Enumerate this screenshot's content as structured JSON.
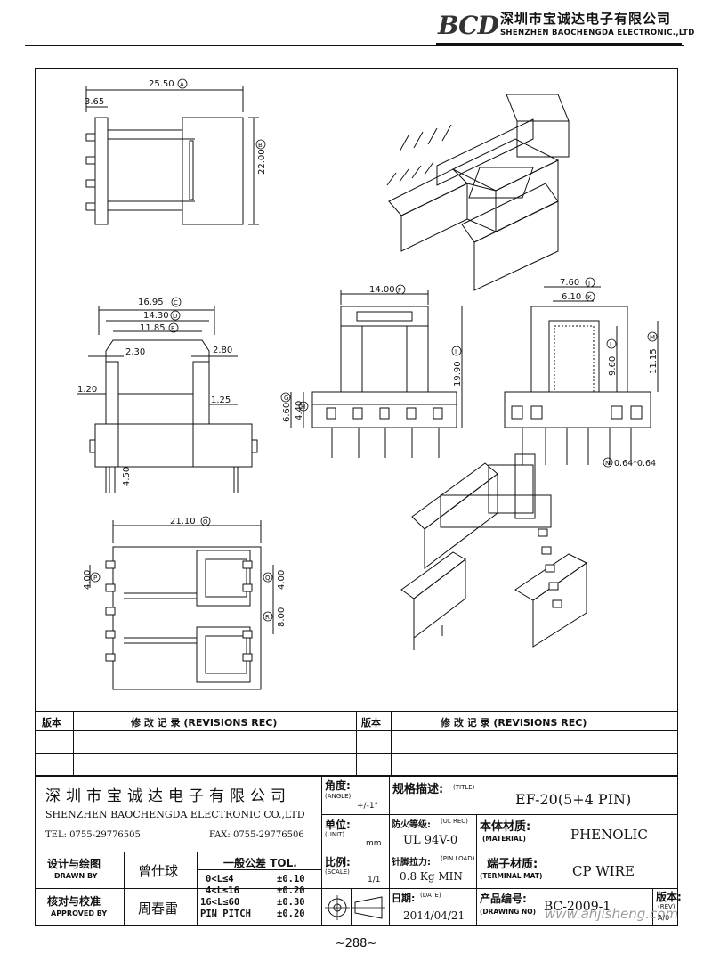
{
  "header": {
    "logo_text": "BCD",
    "company_cn": "深圳市宝诚达电子有限公司",
    "company_en": "SHENZHEN BAOCHENGDA ELECTRONIC.,LTD"
  },
  "dimensions": {
    "a": "25.50",
    "a_tag": "A",
    "b": "22.00",
    "b_tag": "B",
    "d365": "3.65",
    "c": "16.95",
    "c_tag": "C",
    "d": "14.30",
    "d_tag": "D",
    "e": "11.85",
    "e_tag": "E",
    "d230": "2.30",
    "d280": "2.80",
    "d120": "1.20",
    "d125": "1.25",
    "d450": "4.50",
    "f": "14.00",
    "f_tag": "F",
    "i": "19.90",
    "i_tag": "I",
    "g": "6.60",
    "g_tag": "G",
    "h": "4.40",
    "h_tag": "H",
    "j": "7.60",
    "j_tag": "J",
    "k": "6.10",
    "k_tag": "K",
    "l": "9.60",
    "l_tag": "L",
    "m": "11.15",
    "m_tag": "M",
    "n": "0.64*0.64",
    "n_tag": "N",
    "o": "21.10",
    "o_tag": "O",
    "p": "4.00",
    "p_tag": "P",
    "q": "4.00",
    "q_tag": "Q",
    "r": "8.00",
    "r_tag": "R"
  },
  "revisions": {
    "col1": "版本",
    "col2": "修 改 记 录 (REVISIONS REC)",
    "col3": "版本",
    "col4": "修 改 记 录 (REVISIONS REC)"
  },
  "title_block": {
    "company_cn": "深圳市宝诚达电子有限公司",
    "company_en": "SHENZHEN BAOCHENGDA ELECTRONIC CO.,LTD",
    "tel": "TEL: 0755-29776505",
    "fax": "FAX: 0755-29776506",
    "angle_label": "角度:",
    "angle_en": "(ANGLE)",
    "angle_value": "+/-1°",
    "unit_label": "单位:",
    "unit_en": "(UNIT)",
    "unit_value": "mm",
    "scale_label": "比例:",
    "scale_en": "(SCALE)",
    "scale_value": "1/1",
    "title_label": "规格描述:",
    "title_en": "(TITLE)",
    "title_value": "EF-20(5+4 PIN)",
    "flame_label": "防火等级:",
    "flame_en": "(UL REC)",
    "flame_value": "UL 94V-0",
    "material_label": "本体材质:",
    "material_en": "(MATERIAL)",
    "material_value": "PHENOLIC",
    "pinload_label": "针脚拉力:",
    "pinload_en": "(PIN LOAD)",
    "pinload_value": "0.8 Kg MIN",
    "terminal_label": "端子材质:",
    "terminal_en": "(TERMINAL MAT)",
    "terminal_value": "CP WIRE",
    "date_label": "日期:",
    "date_en": "(DATE)",
    "date_value": "2014/04/21",
    "drawing_label": "产品编号:",
    "drawing_en": "(DRAWING NO)",
    "drawing_value": "BC-2009-1",
    "rev_label": "版本:",
    "rev_en": "(REV)",
    "rev_value": "A/0",
    "drawn_label": "设计与绘图",
    "drawn_en": "DRAWN BY",
    "drawn_value": "曾仕球",
    "approved_label": "核对与校准",
    "approved_en": "APPROVED BY",
    "approved_value": "周春雷",
    "tol_title": "一般公差 TOL.",
    "tol_rows": [
      {
        "range": "0<L≤4",
        "value": "±0.10"
      },
      {
        "range": "4<L≤16",
        "value": "±0.20"
      },
      {
        "range": "16<L≤60",
        "value": "±0.30"
      },
      {
        "range": "PIN PITCH",
        "value": "±0.20"
      }
    ]
  },
  "page_number": "~288~",
  "watermark": "www.ahjisheng.com"
}
